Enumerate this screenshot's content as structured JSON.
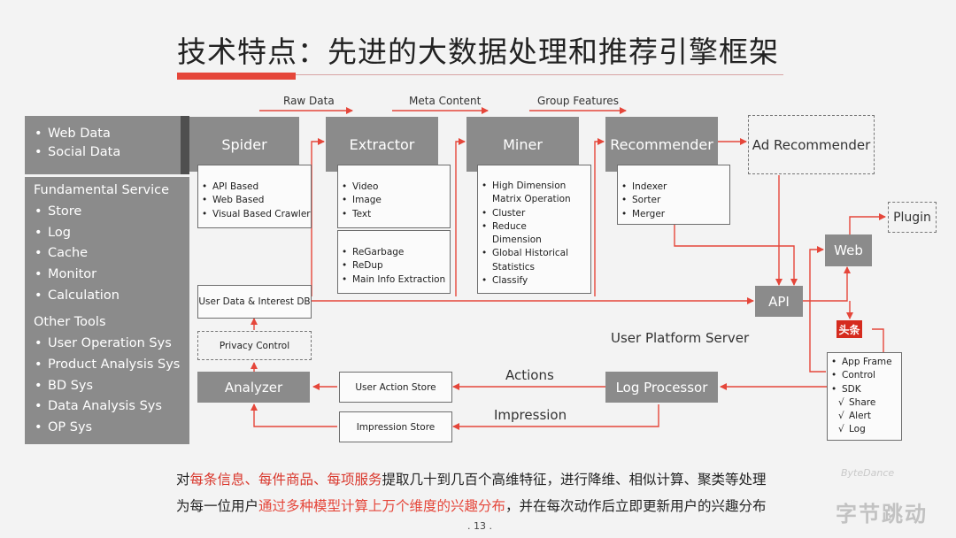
{
  "title": "技术特点：先进的大数据处理和推荐引擎框架",
  "colors": {
    "accent": "#e5463a",
    "box_gray": "#8b8b8b",
    "arrow_red": "#e5463a",
    "text": "#222222"
  },
  "flow_labels": {
    "raw_data": "Raw Data",
    "meta_content": "Meta Content",
    "group_features": "Group Features"
  },
  "sidebar": {
    "top_items": [
      "Web Data",
      "Social Data"
    ],
    "fundamental_heading": "Fundamental Service",
    "fundamental_items": [
      "Store",
      "Log",
      "Cache",
      "Monitor",
      "Calculation"
    ],
    "other_heading": "Other Tools",
    "other_items": [
      "User Operation Sys",
      "Product Analysis Sys",
      "BD Sys",
      "Data Analysis Sys",
      "OP Sys"
    ]
  },
  "stages": {
    "spider": {
      "label": "Spider",
      "items": [
        "API Based",
        "Web Based",
        "Visual Based Crawler"
      ]
    },
    "extractor": {
      "label": "Extractor",
      "items": [
        "Video",
        "Image",
        "Text"
      ],
      "items2": [
        "ReGarbage",
        "ReDup",
        "Main Info Extraction"
      ]
    },
    "miner": {
      "label": "Miner",
      "items": [
        "High Dimension",
        "Matrix Operation",
        "Cluster",
        "Reduce",
        "Dimension",
        "Global Historical",
        "Statistics",
        "Classify"
      ]
    },
    "recommender": {
      "label": "Recommender",
      "items": [
        "Indexer",
        "Sorter",
        "Merger"
      ]
    }
  },
  "ad_recommender": "Ad Recommender",
  "plugin": "Plugin",
  "web": "Web",
  "api": "API",
  "user_db": "User Data & Interest DB",
  "privacy": "Privacy Control",
  "analyzer": "Analyzer",
  "user_action_store": "User Action Store",
  "impression_store": "Impression Store",
  "log_processor": "Log Processor",
  "actions_label": "Actions",
  "impression_label": "Impression",
  "platform_label": "User Platform Server",
  "app": {
    "logo": "头条",
    "items": [
      "App Frame",
      "Control",
      "SDK"
    ],
    "sdk_items": [
      "Share",
      "Alert",
      "Log"
    ]
  },
  "footer": {
    "line1_pre": "对",
    "line1_hl": "每条信息、每件商品、每项服务",
    "line1_post": "提取几十到几百个高维特征，进行降维、相似计算、聚类等处理",
    "line2_pre": "为每一位用户",
    "line2_hl": "通过多种模型计算上万个维度的兴趣分布",
    "line2_post": "，并在每次动作后立即更新用户的兴趣分布"
  },
  "page_number": ". 13 .",
  "watermark": {
    "small": "ByteDance",
    "big": "字节跳动"
  }
}
